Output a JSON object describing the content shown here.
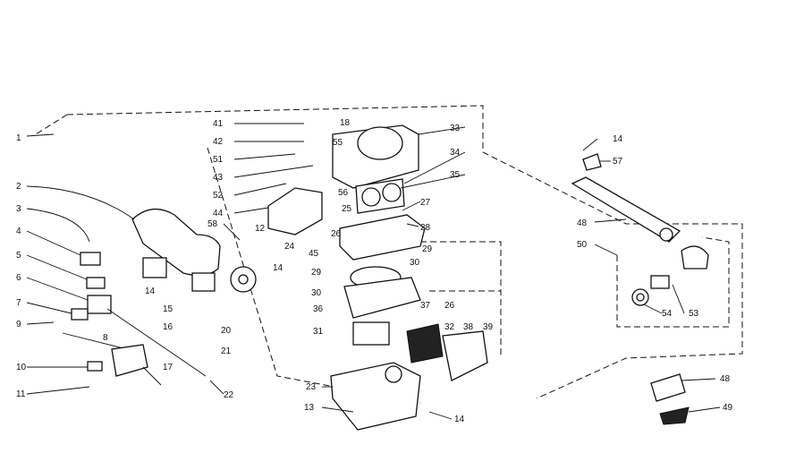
{
  "diagram": {
    "labels": [
      "1",
      "2",
      "3",
      "4",
      "5",
      "6",
      "7",
      "8",
      "9",
      "10",
      "11",
      "12",
      "13",
      "14",
      "15",
      "16",
      "17",
      "18",
      "20",
      "21",
      "22",
      "23",
      "24",
      "25",
      "26",
      "27",
      "28",
      "29",
      "30",
      "31",
      "32",
      "33",
      "34",
      "35",
      "36",
      "37",
      "38",
      "39",
      "41",
      "42",
      "43",
      "44",
      "45",
      "48",
      "49",
      "50",
      "51",
      "52",
      "53",
      "54",
      "55",
      "56",
      "57",
      "58"
    ]
  }
}
